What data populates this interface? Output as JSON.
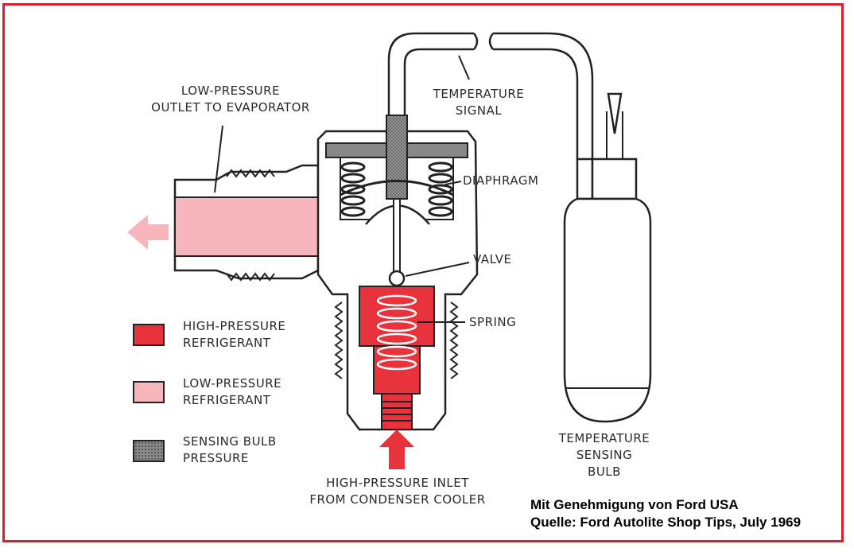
{
  "colors": {
    "high_pressure": "#e8323c",
    "low_pressure": "#f7b6bc",
    "sensing_bulb": "#8a8a8a",
    "frame_border": "#d9202a"
  },
  "labels": {
    "low_pressure_outlet_line1": "LOW-PRESSURE",
    "low_pressure_outlet_line2": "OUTLET TO EVAPORATOR",
    "temperature_signal_line1": "TEMPERATURE",
    "temperature_signal_line2": "SIGNAL",
    "diaphragm": "DIAPHRAGM",
    "valve": "VALVE",
    "spring": "SPRING",
    "temperature_sensing_bulb_line1": "TEMPERATURE",
    "temperature_sensing_bulb_line2": "SENSING",
    "temperature_sensing_bulb_line3": "BULB",
    "high_pressure_inlet_line1": "HIGH-PRESSURE INLET",
    "high_pressure_inlet_line2": "FROM CONDENSER COOLER"
  },
  "legend": [
    {
      "line1": "HIGH-PRESSURE",
      "line2": "REFRIGERANT"
    },
    {
      "line1": "LOW-PRESSURE",
      "line2": "REFRIGERANT"
    },
    {
      "line1": "SENSING BULB",
      "line2": "PRESSURE"
    }
  ],
  "credit": {
    "line1": "Mit Genehmigung von Ford USA",
    "line2": "Quelle: Ford Autolite Shop Tips, July 1969"
  }
}
